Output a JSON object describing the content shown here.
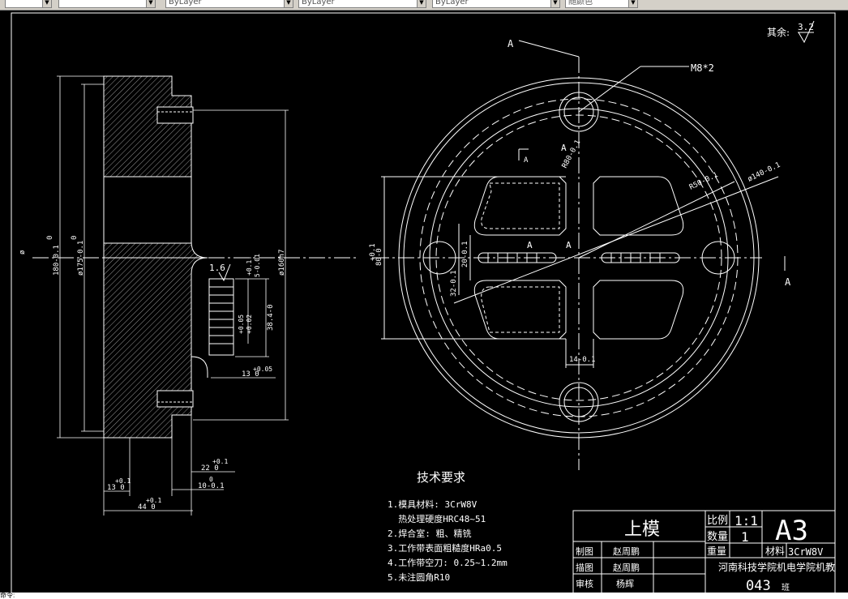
{
  "toolbar": {
    "combos": [
      {
        "value": "",
        "left": 0
      },
      {
        "value": "",
        "left": 0
      },
      {
        "value": "ByLayer",
        "left": 0
      },
      {
        "value": "ByLayer",
        "left": 0
      },
      {
        "value": "ByLayer",
        "left": 0
      },
      {
        "value": "随颜色",
        "left": 0
      }
    ]
  },
  "drawing": {
    "roughness_note": {
      "prefix": "其余:",
      "value": "3.2"
    },
    "section_marks": {
      "top": "A",
      "right": "A"
    },
    "thread_label": "M8*2",
    "side_view": {
      "dims": {
        "dia_phi": "ø",
        "d180": "180-0.1",
        "d180_tol": "0",
        "d175": "ø175-0.1",
        "d175_tol": "0",
        "d160": "ø160h7",
        "roughness": "1.6",
        "tol_01": "+0.1",
        "tol_5": "5-0.01",
        "tol_005a": "+0.05",
        "tol_002": "+0.02",
        "dim_384": "38.4-0",
        "dim_13": "13 0",
        "dim_13_tol": "+0.05",
        "dim_22": "22 0",
        "dim_22_tol": "+0.1",
        "dim_10": "10-0.1",
        "dim_10_tol": "0",
        "dim_13b": "13 0",
        "dim_13b_tol": "+0.1",
        "dim_44": "44 0",
        "dim_44_tol": "+0.1"
      }
    },
    "plan_view": {
      "dims": {
        "d80": "80-0",
        "d80_tol": "+0.1",
        "d20": "20-0.1",
        "d32": "32-0.1",
        "d14": "14-0.1",
        "r80": "R80-0.1",
        "r50": "R50-0.1",
        "phi140": "ø140-0.1",
        "mark_a1": "A",
        "mark_a2": "A",
        "mark_a3": "A",
        "mark_a4": "A"
      }
    },
    "tech_requirements": {
      "title": "技术要求",
      "items": [
        "1.模具材料: 3CrW8V",
        "  热处理硬度HRC48~51",
        "2.焊合室: 粗、精铣",
        "3.工作带表面粗糙度HRa0.5",
        "4.工作带空刀: 0.25~1.2mm",
        "5.未注圆角R10"
      ]
    },
    "title_block": {
      "part_name": "上模",
      "scale_label": "比例",
      "scale_value": "1:1",
      "qty_label": "数量",
      "qty_value": "1",
      "sheet_size": "A3",
      "weight_label": "重量",
      "material_label": "材料",
      "material_value": "3CrW8V",
      "drawn_label": "制图",
      "drawn_name": "赵周鹏",
      "traced_label": "描图",
      "traced_name": "赵周鹏",
      "checked_label": "审核",
      "checked_name": "杨辉",
      "school": "河南科技学院机电学院机教",
      "drawing_no": "043",
      "drawing_suffix": "班"
    }
  },
  "cmdline": {
    "text": "命令:"
  }
}
